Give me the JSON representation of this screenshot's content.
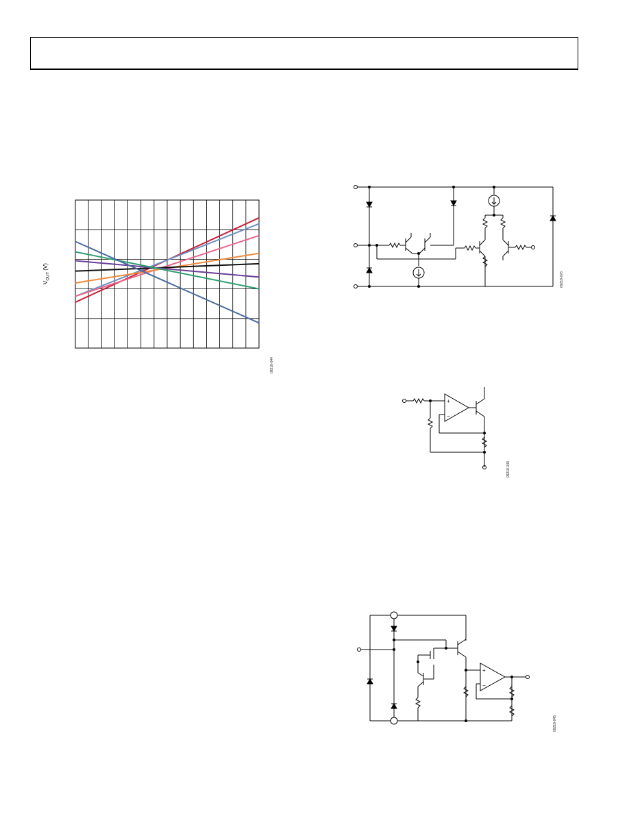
{
  "page": {
    "header_text": ""
  },
  "figure1": {
    "ylabel_main": "V",
    "ylabel_sub": "OUT",
    "ylabel_unit": " (V)",
    "figure_id": "09218-044"
  },
  "figure2": {
    "figure_id": "09218-076"
  },
  "figure3": {
    "figure_id": "09218-149"
  },
  "figure4": {
    "figure_id": "09218-045"
  },
  "chart_data": {
    "type": "line",
    "title": "",
    "xlabel": "",
    "ylabel": "VOUT (V)",
    "xlim": [
      0,
      14
    ],
    "ylim": [
      0,
      5
    ],
    "grid": true,
    "legend": "none",
    "series": [
      {
        "color": "#c8213a",
        "x": [
          0,
          14
        ],
        "y": [
          1.55,
          4.4
        ]
      },
      {
        "color": "#6f8fc0",
        "x": [
          0,
          14
        ],
        "y": [
          1.75,
          4.2
        ]
      },
      {
        "color": "#e9678b",
        "x": [
          0,
          14
        ],
        "y": [
          1.75,
          3.8
        ]
      },
      {
        "color": "#f08a3a",
        "x": [
          0,
          14
        ],
        "y": [
          2.2,
          3.2
        ]
      },
      {
        "color": "#111111",
        "x": [
          0,
          14
        ],
        "y": [
          2.6,
          2.85
        ]
      },
      {
        "color": "#6a3d9a",
        "x": [
          0,
          14
        ],
        "y": [
          2.95,
          2.4
        ]
      },
      {
        "color": "#2f9f6f",
        "x": [
          0,
          14
        ],
        "y": [
          3.25,
          2.0
        ]
      },
      {
        "color": "#4a6aa0",
        "x": [
          0,
          14
        ],
        "y": [
          3.6,
          0.85
        ]
      }
    ]
  }
}
